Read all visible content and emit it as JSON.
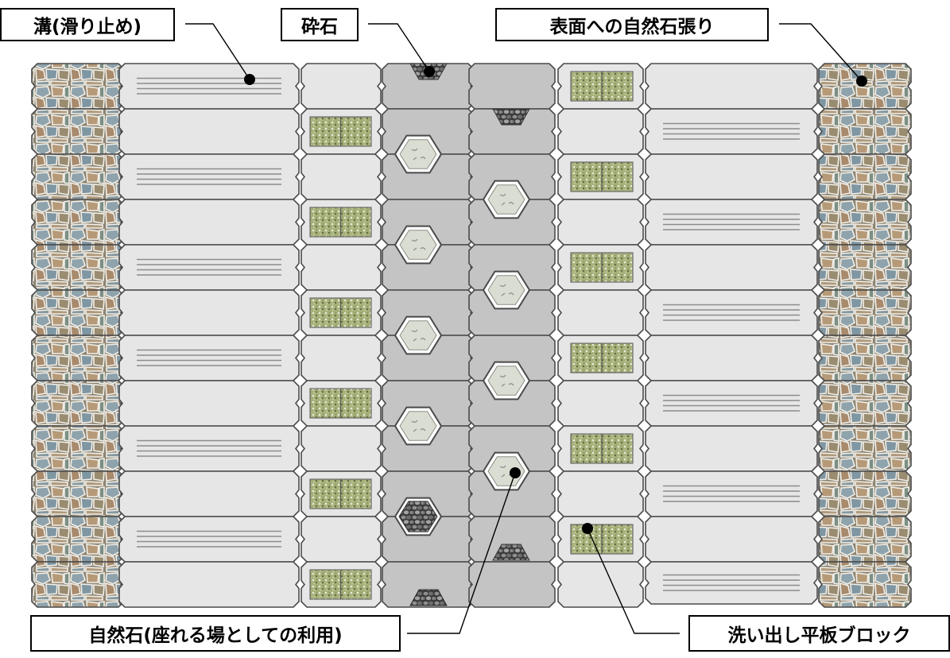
{
  "labels": {
    "groove": "溝(滑り止め)",
    "crushed_stone": "砕石",
    "stone_cladding": "表面への自然石張り",
    "natural_stone": "自然石(座れる場としての利用)",
    "washed_block": "洗い出し平板ブロック"
  },
  "colors": {
    "paver": "#e6e6e6",
    "paver_edge": "#4a4a4a",
    "center_paver": "#c4c4c4",
    "gravel": "#6d6d6d",
    "boulder": "#d9ddd2",
    "washed_block": "#a9b47c",
    "stone_mosaic": "#9c8f78",
    "leader": "#000000"
  },
  "icons": [
    "stone-mosaic-icon",
    "washed-block-icon",
    "boulder-icon",
    "gravel-icon"
  ]
}
